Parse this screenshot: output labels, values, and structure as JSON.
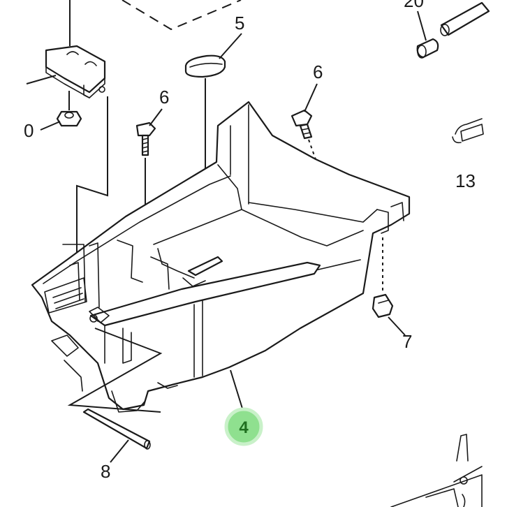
{
  "diagram": {
    "labels": {
      "part_20": "20",
      "part_5": "5",
      "part_6_left": "6",
      "part_6_right": "6",
      "part_10": "0",
      "part_13": "13",
      "part_7": "7",
      "part_4": "4",
      "part_8": "8"
    },
    "colors": {
      "line": "#1a1a1a",
      "highlight_fill": "#8fe08f",
      "highlight_text": "#1f6f1f"
    },
    "highlighted_part": "4"
  }
}
